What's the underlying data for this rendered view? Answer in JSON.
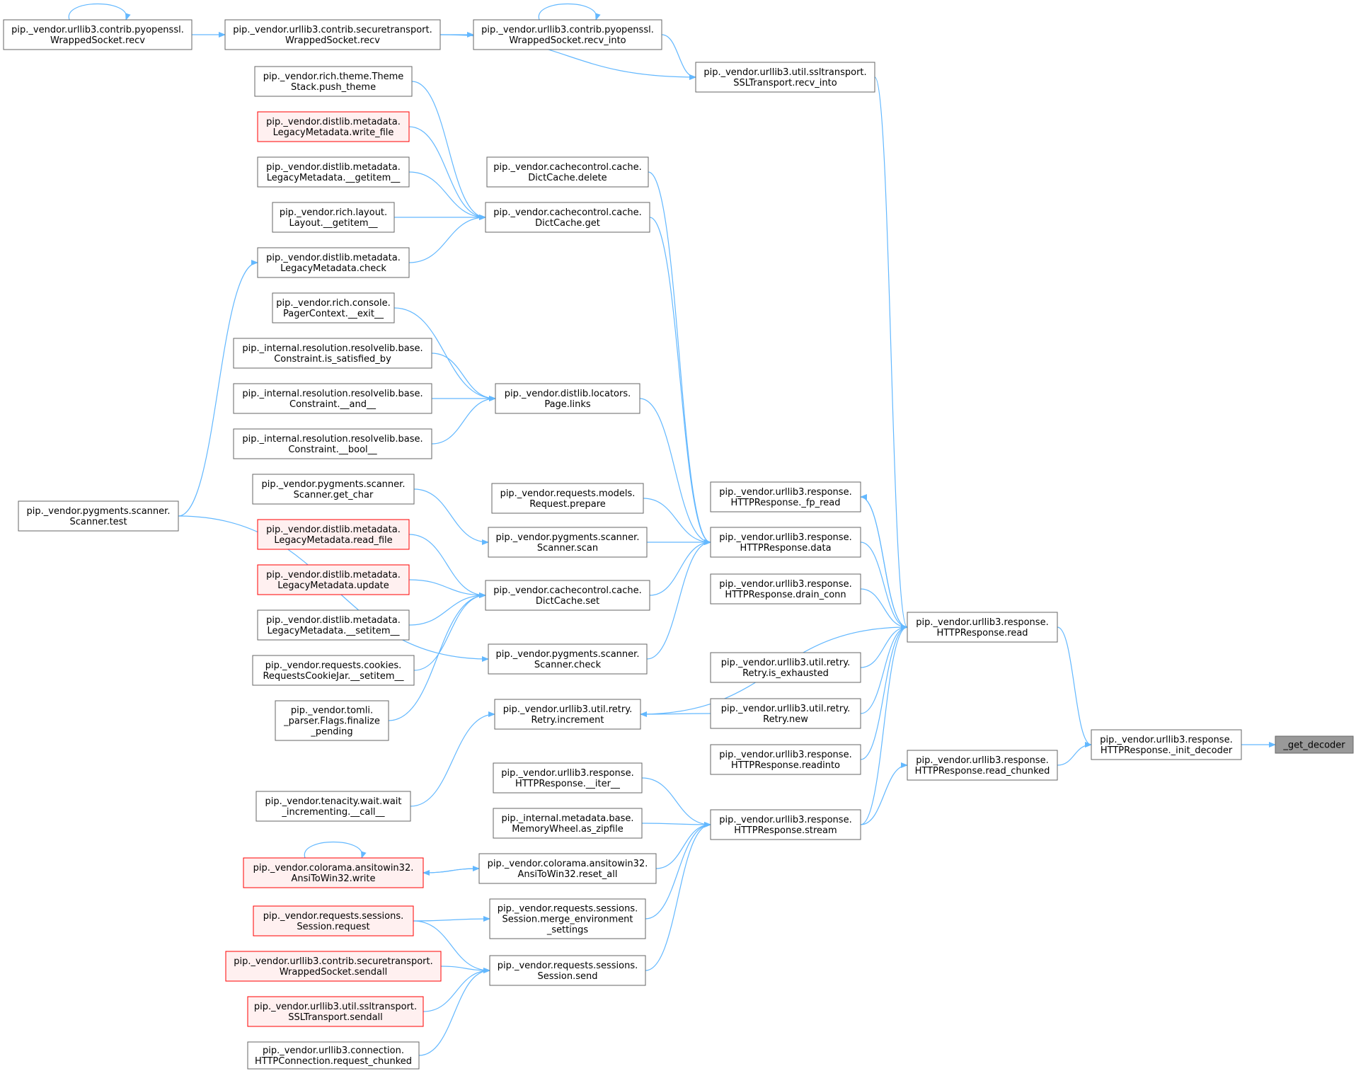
{
  "graph": {
    "nodes": [
      {
        "id": "get_decoder",
        "lines": [
          "_get_decoder"
        ],
        "style": "current"
      },
      {
        "id": "init_decoder",
        "lines": [
          "pip._vendor.urllib3.response.",
          "HTTPResponse._init_decoder"
        ],
        "style": "normal"
      },
      {
        "id": "read",
        "lines": [
          "pip._vendor.urllib3.response.",
          "HTTPResponse.read"
        ],
        "style": "normal"
      },
      {
        "id": "read_chunked",
        "lines": [
          "pip._vendor.urllib3.response.",
          "HTTPResponse.read_chunked"
        ],
        "style": "normal"
      },
      {
        "id": "recv_into_ssl",
        "lines": [
          "pip._vendor.urllib3.util.ssltransport.",
          "SSLTransport.recv_into"
        ],
        "style": "normal"
      },
      {
        "id": "fp_read",
        "lines": [
          "pip._vendor.urllib3.response.",
          "HTTPResponse._fp_read"
        ],
        "style": "normal"
      },
      {
        "id": "data",
        "lines": [
          "pip._vendor.urllib3.response.",
          "HTTPResponse.data"
        ],
        "style": "normal"
      },
      {
        "id": "drain_conn",
        "lines": [
          "pip._vendor.urllib3.response.",
          "HTTPResponse.drain_conn"
        ],
        "style": "normal"
      },
      {
        "id": "is_exhausted",
        "lines": [
          "pip._vendor.urllib3.util.retry.",
          "Retry.is_exhausted"
        ],
        "style": "normal"
      },
      {
        "id": "retry_new",
        "lines": [
          "pip._vendor.urllib3.util.retry.",
          "Retry.new"
        ],
        "style": "normal"
      },
      {
        "id": "readinto",
        "lines": [
          "pip._vendor.urllib3.response.",
          "HTTPResponse.readinto"
        ],
        "style": "normal"
      },
      {
        "id": "stream",
        "lines": [
          "pip._vendor.urllib3.response.",
          "HTTPResponse.stream"
        ],
        "style": "normal"
      },
      {
        "id": "pyopenssl_recv",
        "lines": [
          "pip._vendor.urllib3.contrib.pyopenssl.",
          "WrappedSocket.recv"
        ],
        "style": "normal"
      },
      {
        "id": "sectrans_recv",
        "lines": [
          "pip._vendor.urllib3.contrib.securetransport.",
          "WrappedSocket.recv"
        ],
        "style": "normal"
      },
      {
        "id": "pyopenssl_recv_into",
        "lines": [
          "pip._vendor.urllib3.contrib.pyopenssl.",
          "WrappedSocket.recv_into"
        ],
        "style": "normal"
      },
      {
        "id": "dictcache_delete",
        "lines": [
          "pip._vendor.cachecontrol.cache.",
          "DictCache.delete"
        ],
        "style": "normal"
      },
      {
        "id": "dictcache_get",
        "lines": [
          "pip._vendor.cachecontrol.cache.",
          "DictCache.get"
        ],
        "style": "normal"
      },
      {
        "id": "page_links",
        "lines": [
          "pip._vendor.distlib.locators.",
          "Page.links"
        ],
        "style": "normal"
      },
      {
        "id": "request_prepare",
        "lines": [
          "pip._vendor.requests.models.",
          "Request.prepare"
        ],
        "style": "normal"
      },
      {
        "id": "scanner_scan",
        "lines": [
          "pip._vendor.pygments.scanner.",
          "Scanner.scan"
        ],
        "style": "normal"
      },
      {
        "id": "dictcache_set",
        "lines": [
          "pip._vendor.cachecontrol.cache.",
          "DictCache.set"
        ],
        "style": "normal"
      },
      {
        "id": "scanner_check",
        "lines": [
          "pip._vendor.pygments.scanner.",
          "Scanner.check"
        ],
        "style": "normal"
      },
      {
        "id": "retry_increment",
        "lines": [
          "pip._vendor.urllib3.util.retry.",
          "Retry.increment"
        ],
        "style": "normal"
      },
      {
        "id": "iter",
        "lines": [
          "pip._vendor.urllib3.response.",
          "HTTPResponse.__iter__"
        ],
        "style": "normal"
      },
      {
        "id": "as_zipfile",
        "lines": [
          "pip._internal.metadata.base.",
          "MemoryWheel.as_zipfile"
        ],
        "style": "normal"
      },
      {
        "id": "reset_all",
        "lines": [
          "pip._vendor.colorama.ansitowin32.",
          "AnsiToWin32.reset_all"
        ],
        "style": "normal"
      },
      {
        "id": "merge_env",
        "lines": [
          "pip._vendor.requests.sessions.",
          "Session.merge_environment",
          "_settings"
        ],
        "style": "normal"
      },
      {
        "id": "session_send",
        "lines": [
          "pip._vendor.requests.sessions.",
          "Session.send"
        ],
        "style": "normal"
      },
      {
        "id": "push_theme",
        "lines": [
          "pip._vendor.rich.theme.Theme",
          "Stack.push_theme"
        ],
        "style": "normal"
      },
      {
        "id": "write_file",
        "lines": [
          "pip._vendor.distlib.metadata.",
          "LegacyMetadata.write_file"
        ],
        "style": "red"
      },
      {
        "id": "getitem_meta",
        "lines": [
          "pip._vendor.distlib.metadata.",
          "LegacyMetadata.__getitem__"
        ],
        "style": "normal"
      },
      {
        "id": "layout_getitem",
        "lines": [
          "pip._vendor.rich.layout.",
          "Layout.__getitem__"
        ],
        "style": "normal"
      },
      {
        "id": "meta_check",
        "lines": [
          "pip._vendor.distlib.metadata.",
          "LegacyMetadata.check"
        ],
        "style": "normal"
      },
      {
        "id": "pager_exit",
        "lines": [
          "pip._vendor.rich.console.",
          "PagerContext.__exit__"
        ],
        "style": "normal"
      },
      {
        "id": "is_satisfied_by",
        "lines": [
          "pip._internal.resolution.resolvelib.base.",
          "Constraint.is_satisfied_by"
        ],
        "style": "normal"
      },
      {
        "id": "constraint_and",
        "lines": [
          "pip._internal.resolution.resolvelib.base.",
          "Constraint.__and__"
        ],
        "style": "normal"
      },
      {
        "id": "constraint_bool",
        "lines": [
          "pip._internal.resolution.resolvelib.base.",
          "Constraint.__bool__"
        ],
        "style": "normal"
      },
      {
        "id": "get_char",
        "lines": [
          "pip._vendor.pygments.scanner.",
          "Scanner.get_char"
        ],
        "style": "normal"
      },
      {
        "id": "read_file",
        "lines": [
          "pip._vendor.distlib.metadata.",
          "LegacyMetadata.read_file"
        ],
        "style": "red"
      },
      {
        "id": "meta_update",
        "lines": [
          "pip._vendor.distlib.metadata.",
          "LegacyMetadata.update"
        ],
        "style": "red"
      },
      {
        "id": "setitem_meta",
        "lines": [
          "pip._vendor.distlib.metadata.",
          "LegacyMetadata.__setitem__"
        ],
        "style": "normal"
      },
      {
        "id": "cookiejar_setitem",
        "lines": [
          "pip._vendor.requests.cookies.",
          "RequestsCookieJar.__setitem__"
        ],
        "style": "normal"
      },
      {
        "id": "flags_finalize",
        "lines": [
          "pip._vendor.tomli.",
          "_parser.Flags.finalize",
          "_pending"
        ],
        "style": "normal"
      },
      {
        "id": "wait_incrementing",
        "lines": [
          "pip._vendor.tenacity.wait.wait",
          "_incrementing.__call__"
        ],
        "style": "normal"
      },
      {
        "id": "ansi_write",
        "lines": [
          "pip._vendor.colorama.ansitowin32.",
          "AnsiToWin32.write"
        ],
        "style": "red"
      },
      {
        "id": "session_request",
        "lines": [
          "pip._vendor.requests.sessions.",
          "Session.request"
        ],
        "style": "red"
      },
      {
        "id": "sectrans_sendall",
        "lines": [
          "pip._vendor.urllib3.contrib.securetransport.",
          "WrappedSocket.sendall"
        ],
        "style": "red"
      },
      {
        "id": "ssltransport_sendall",
        "lines": [
          "pip._vendor.urllib3.util.ssltransport.",
          "SSLTransport.sendall"
        ],
        "style": "red"
      },
      {
        "id": "request_chunked",
        "lines": [
          "pip._vendor.urllib3.connection.",
          "HTTPConnection.request_chunked"
        ],
        "style": "normal"
      },
      {
        "id": "scanner_test",
        "lines": [
          "pip._vendor.pygments.scanner.",
          "Scanner.test"
        ],
        "style": "normal"
      }
    ],
    "edges": [
      {
        "from": "init_decoder",
        "to": "get_decoder"
      },
      {
        "from": "read",
        "to": "init_decoder"
      },
      {
        "from": "read_chunked",
        "to": "init_decoder"
      },
      {
        "from": "recv_into_ssl",
        "to": "read"
      },
      {
        "from": "fp_read",
        "to": "read"
      },
      {
        "from": "read",
        "to": "fp_read"
      },
      {
        "from": "data",
        "to": "read"
      },
      {
        "from": "drain_conn",
        "to": "read"
      },
      {
        "from": "retry_increment",
        "to": "read"
      },
      {
        "from": "is_exhausted",
        "to": "read"
      },
      {
        "from": "retry_new",
        "to": "read"
      },
      {
        "from": "readinto",
        "to": "read"
      },
      {
        "from": "stream",
        "to": "read"
      },
      {
        "from": "stream",
        "to": "read_chunked"
      },
      {
        "from": "pyopenssl_recv",
        "to": "pyopenssl_recv"
      },
      {
        "from": "pyopenssl_recv",
        "to": "sectrans_recv"
      },
      {
        "from": "sectrans_recv",
        "to": "pyopenssl_recv_into"
      },
      {
        "from": "sectrans_recv",
        "to": "recv_into_ssl"
      },
      {
        "from": "pyopenssl_recv_into",
        "to": "pyopenssl_recv_into"
      },
      {
        "from": "pyopenssl_recv_into",
        "to": "recv_into_ssl"
      },
      {
        "from": "dictcache_delete",
        "to": "data"
      },
      {
        "from": "dictcache_get",
        "to": "data"
      },
      {
        "from": "page_links",
        "to": "data"
      },
      {
        "from": "request_prepare",
        "to": "data"
      },
      {
        "from": "scanner_scan",
        "to": "data"
      },
      {
        "from": "dictcache_set",
        "to": "data"
      },
      {
        "from": "scanner_check",
        "to": "data"
      },
      {
        "from": "push_theme",
        "to": "dictcache_get"
      },
      {
        "from": "write_file",
        "to": "dictcache_get"
      },
      {
        "from": "getitem_meta",
        "to": "dictcache_get"
      },
      {
        "from": "layout_getitem",
        "to": "dictcache_get"
      },
      {
        "from": "meta_check",
        "to": "dictcache_get"
      },
      {
        "from": "pager_exit",
        "to": "page_links"
      },
      {
        "from": "is_satisfied_by",
        "to": "page_links"
      },
      {
        "from": "constraint_and",
        "to": "page_links"
      },
      {
        "from": "constraint_bool",
        "to": "page_links"
      },
      {
        "from": "get_char",
        "to": "scanner_scan"
      },
      {
        "from": "read_file",
        "to": "dictcache_set"
      },
      {
        "from": "meta_update",
        "to": "dictcache_set"
      },
      {
        "from": "setitem_meta",
        "to": "dictcache_set"
      },
      {
        "from": "cookiejar_setitem",
        "to": "dictcache_set"
      },
      {
        "from": "flags_finalize",
        "to": "dictcache_set"
      },
      {
        "from": "scanner_test",
        "to": "meta_check"
      },
      {
        "from": "scanner_test",
        "to": "scanner_check"
      },
      {
        "from": "retry_new",
        "to": "retry_increment"
      },
      {
        "from": "wait_incrementing",
        "to": "retry_increment"
      },
      {
        "from": "iter",
        "to": "stream"
      },
      {
        "from": "as_zipfile",
        "to": "stream"
      },
      {
        "from": "reset_all",
        "to": "stream"
      },
      {
        "from": "merge_env",
        "to": "stream"
      },
      {
        "from": "session_send",
        "to": "stream"
      },
      {
        "from": "reset_all",
        "to": "ansi_write"
      },
      {
        "from": "ansi_write",
        "to": "reset_all"
      },
      {
        "from": "ansi_write",
        "to": "ansi_write"
      },
      {
        "from": "session_request",
        "to": "merge_env"
      },
      {
        "from": "session_request",
        "to": "session_send"
      },
      {
        "from": "sectrans_sendall",
        "to": "session_send"
      },
      {
        "from": "ssltransport_sendall",
        "to": "session_send"
      },
      {
        "from": "request_chunked",
        "to": "session_send"
      }
    ]
  },
  "colors": {
    "edge": "#63b8ff",
    "node_border": "#666666",
    "node_fill": "#ffffff",
    "current_fill": "#999999",
    "current_border": "#666666",
    "red_border": "#ff0000",
    "red_fill": "#fff0f0",
    "text": "#000000"
  }
}
